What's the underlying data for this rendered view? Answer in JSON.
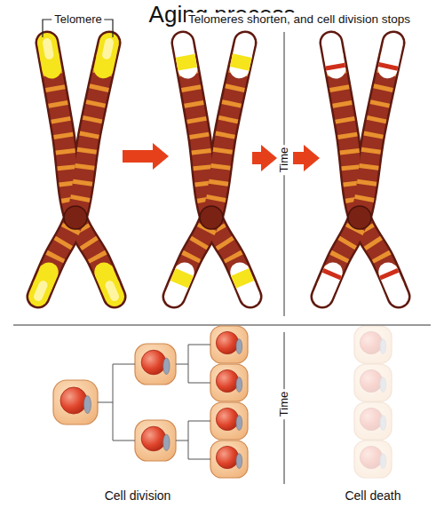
{
  "diagram": {
    "title": "Aging process",
    "labels": [
      "Telomere",
      "Telomeres shorten, and cell division stops",
      "Time",
      "Time",
      "Cell division",
      "Cell death"
    ]
  }
}
